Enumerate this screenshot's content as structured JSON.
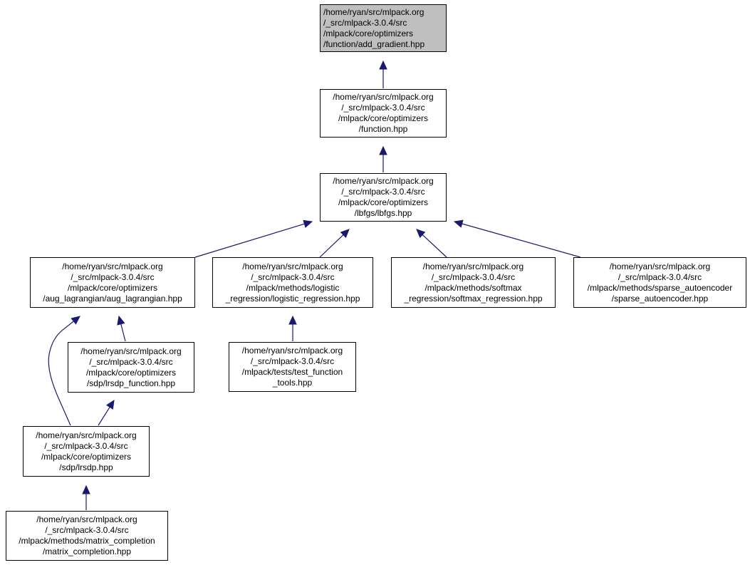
{
  "diagram": {
    "edge_color": "#191970",
    "nodes": [
      {
        "id": "add_gradient",
        "current": true,
        "lines": [
          "/home/ryan/src/mlpack.org",
          "/_src/mlpack-3.0.4/src",
          "/mlpack/core/optimizers",
          "/function/add_gradient.hpp"
        ]
      },
      {
        "id": "function",
        "lines": [
          "/home/ryan/src/mlpack.org",
          "/_src/mlpack-3.0.4/src",
          "/mlpack/core/optimizers",
          "/function.hpp"
        ]
      },
      {
        "id": "lbfgs",
        "lines": [
          "/home/ryan/src/mlpack.org",
          "/_src/mlpack-3.0.4/src",
          "/mlpack/core/optimizers",
          "/lbfgs/lbfgs.hpp"
        ]
      },
      {
        "id": "aug_lagrangian",
        "lines": [
          "/home/ryan/src/mlpack.org",
          "/_src/mlpack-3.0.4/src",
          "/mlpack/core/optimizers",
          "/aug_lagrangian/aug_lagrangian.hpp"
        ]
      },
      {
        "id": "logistic_regression",
        "lines": [
          "/home/ryan/src/mlpack.org",
          "/_src/mlpack-3.0.4/src",
          "/mlpack/methods/logistic",
          "_regression/logistic_regression.hpp"
        ]
      },
      {
        "id": "softmax_regression",
        "lines": [
          "/home/ryan/src/mlpack.org",
          "/_src/mlpack-3.0.4/src",
          "/mlpack/methods/softmax",
          "_regression/softmax_regression.hpp"
        ]
      },
      {
        "id": "sparse_autoencoder",
        "lines": [
          "/home/ryan/src/mlpack.org",
          "/_src/mlpack-3.0.4/src",
          "/mlpack/methods/sparse_autoencoder",
          "/sparse_autoencoder.hpp"
        ]
      },
      {
        "id": "lrsdp_function",
        "lines": [
          "/home/ryan/src/mlpack.org",
          "/_src/mlpack-3.0.4/src",
          "/mlpack/core/optimizers",
          "/sdp/lrsdp_function.hpp"
        ]
      },
      {
        "id": "test_function_tools",
        "lines": [
          "/home/ryan/src/mlpack.org",
          "/_src/mlpack-3.0.4/src",
          "/mlpack/tests/test_function",
          "_tools.hpp"
        ]
      },
      {
        "id": "lrsdp",
        "lines": [
          "/home/ryan/src/mlpack.org",
          "/_src/mlpack-3.0.4/src",
          "/mlpack/core/optimizers",
          "/sdp/lrsdp.hpp"
        ]
      },
      {
        "id": "matrix_completion",
        "lines": [
          "/home/ryan/src/mlpack.org",
          "/_src/mlpack-3.0.4/src",
          "/mlpack/methods/matrix_completion",
          "/matrix_completion.hpp"
        ]
      }
    ],
    "edges": [
      {
        "from": "function",
        "to": "add_gradient"
      },
      {
        "from": "lbfgs",
        "to": "function"
      },
      {
        "from": "aug_lagrangian",
        "to": "lbfgs"
      },
      {
        "from": "logistic_regression",
        "to": "lbfgs"
      },
      {
        "from": "softmax_regression",
        "to": "lbfgs"
      },
      {
        "from": "sparse_autoencoder",
        "to": "lbfgs"
      },
      {
        "from": "lrsdp_function",
        "to": "aug_lagrangian"
      },
      {
        "from": "lrsdp",
        "to": "aug_lagrangian"
      },
      {
        "from": "test_function_tools",
        "to": "logistic_regression"
      },
      {
        "from": "lrsdp",
        "to": "lrsdp_function"
      },
      {
        "from": "matrix_completion",
        "to": "lrsdp"
      }
    ]
  }
}
